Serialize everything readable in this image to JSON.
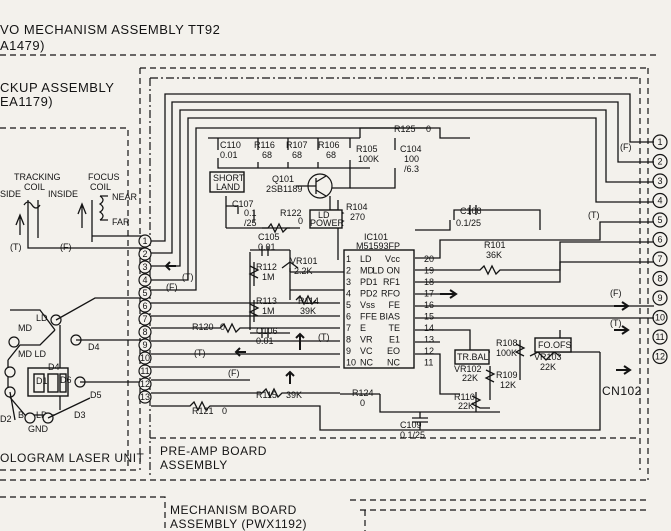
{
  "headings": {
    "servo_mech": "VO MECHANISM ASSEMBLY TT92",
    "servo_mech_part": "A1479)",
    "pickup": "CKUP ASSEMBLY",
    "pickup_part": "EA1179)",
    "hologram": "OLOGRAM LASER UNIT",
    "preamp_1": "PRE-AMP BOARD",
    "preamp_2": "ASSEMBLY",
    "mech_board_1": "MECHANISM BOARD",
    "mech_board_2": "ASSEMBLY (PWX1192)"
  },
  "coils": {
    "tracking_1": "TRACKING",
    "tracking_2": "COIL",
    "side": "SIDE",
    "inside": "INSIDE",
    "focus_1": "FOCUS",
    "focus_2": "COIL",
    "near": "NEAR",
    "far": "FAR"
  },
  "laser": {
    "md": "MD",
    "ld": "LD",
    "md_ld": "MD LD",
    "d1": "D1",
    "d2": "D2",
    "d3": "D3",
    "d4": "D4",
    "d5": "D5",
    "d6": "D6",
    "ld_bottom": "LD",
    "gnd": "GND",
    "b": "B"
  },
  "components": {
    "c110": "C110",
    "c110_v": "0.01",
    "r116": "R116",
    "r116_v": "68",
    "r107": "R107",
    "r107_v": "68",
    "r106": "R106",
    "r106_v": "68",
    "r105": "R105",
    "r105_v": "100K",
    "r125": "R125",
    "r125_v": "0",
    "c104": "C104",
    "c104_v1": "100",
    "c104_v2": "/6.3",
    "short_land_1": "SHORT",
    "short_land_2": "LAND",
    "q101": "Q101",
    "q101_v": "2SB1189",
    "c107": "C107",
    "c107_v1": "0.1",
    "c107_v2": "/25",
    "r122": "R122",
    "r122_v": "0",
    "ld_power_1": "LD",
    "ld_power_2": "POWER",
    "r104": "R104",
    "r104_v": "270",
    "c105": "C105",
    "c105_v": "0.01",
    "r112": "R112",
    "r112_v": "1M",
    "vr101": "VR101",
    "vr101_v": "2.2K",
    "r113": "R113",
    "r113_v": "1M",
    "r114": "R114",
    "r114_v": "39K",
    "c106": "C106",
    "c106_v": "0.01",
    "r120": "R120",
    "r120_v": "0",
    "r115": "R115",
    "r115_v": "39K",
    "r121": "R121",
    "r121_v": "0",
    "ic101": "IC101",
    "ic101_v": "M51593FP",
    "c108": "C108",
    "c108_v": "0.1/25",
    "r101": "R101",
    "r101_v": "36K",
    "tr_bal": "TR.BAL",
    "vr102": "VR102",
    "vr102_v": "22K",
    "r110": "R110",
    "r110_v": "22K",
    "r109": "R109",
    "r109_v": "12K",
    "r108": "R108",
    "r108_v": "100K",
    "fo_ofs": "FO.OFS",
    "vr103": "VR103",
    "vr103_v": "22K",
    "r124": "R124",
    "r124_v": "0",
    "c109": "C109",
    "c109_v": "0.1/25",
    "cn102": "CN102"
  },
  "ic_left": [
    {
      "num": "1",
      "name": "LD"
    },
    {
      "num": "2",
      "name": "MD"
    },
    {
      "num": "3",
      "name": "PD1"
    },
    {
      "num": "4",
      "name": "PD2"
    },
    {
      "num": "5",
      "name": "Vss"
    },
    {
      "num": "6",
      "name": "F"
    },
    {
      "num": "7",
      "name": "E"
    },
    {
      "num": "8",
      "name": "VR"
    },
    {
      "num": "9",
      "name": "VC"
    },
    {
      "num": "10",
      "name": "NC"
    }
  ],
  "ic_right": [
    {
      "num": "20",
      "name": "Vcc"
    },
    {
      "num": "19",
      "name": "LD ON"
    },
    {
      "num": "18",
      "name": "RF1"
    },
    {
      "num": "17",
      "name": "RFO"
    },
    {
      "num": "16",
      "name": "FE"
    },
    {
      "num": "15",
      "name": "FE BIAS"
    },
    {
      "num": "14",
      "name": "TE"
    },
    {
      "num": "13",
      "name": "E1"
    },
    {
      "num": "12",
      "name": "EO"
    },
    {
      "num": "11",
      "name": "NC"
    }
  ],
  "pickup_pins": [
    "1",
    "2",
    "3",
    "4",
    "5",
    "6",
    "7",
    "8",
    "9",
    "10",
    "11",
    "12",
    "13"
  ],
  "cn_pins": [
    "1",
    "2",
    "3",
    "4",
    "5",
    "6",
    "7",
    "8",
    "9",
    "10",
    "11",
    "12"
  ],
  "signal_tags": {
    "t": "(T)",
    "f": "(F)"
  }
}
